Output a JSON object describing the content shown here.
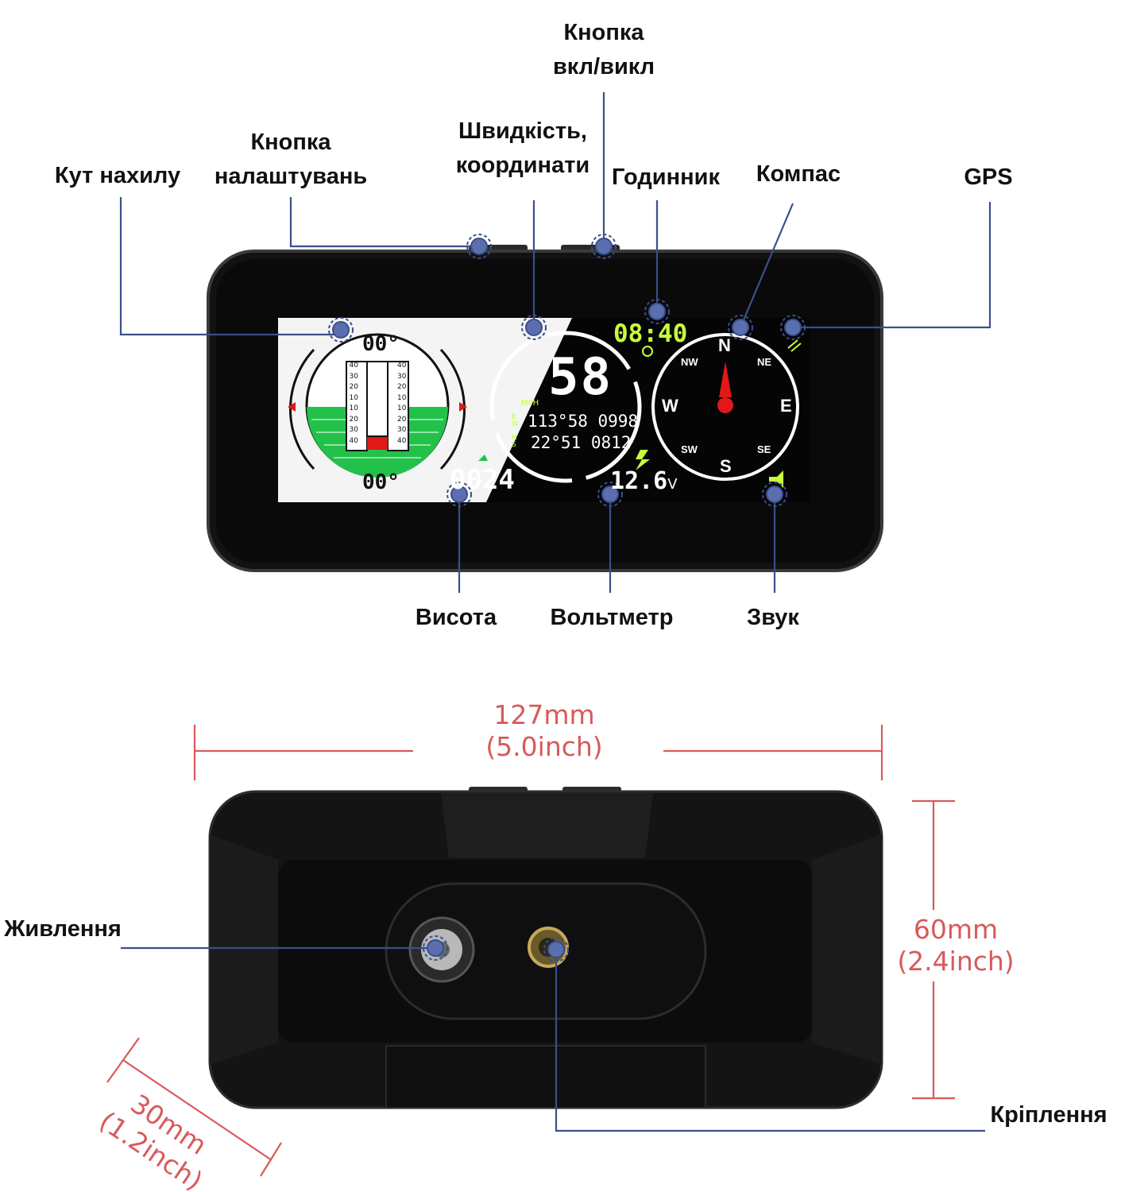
{
  "callouts": {
    "tilt": "Кут нахилу",
    "settings_button": [
      "Кнопка",
      "налаштувань"
    ],
    "speed_coords": [
      "Швидкість,",
      "координати"
    ],
    "power_button": [
      "Кнопка",
      "вкл/викл"
    ],
    "clock": "Годинник",
    "compass": "Компас",
    "gps": "GPS",
    "altitude": "Висота",
    "voltmeter": "Вольтметр",
    "sound": "Звук",
    "power_supply": "Живлення",
    "mount": "Кріплення"
  },
  "screen": {
    "pitch_readout": "00°",
    "roll_readout": "00°",
    "inclinometer_ticks": [
      "40",
      "30",
      "20",
      "10",
      "10",
      "20",
      "30",
      "40"
    ],
    "speed": "58",
    "speed_unit": "MPH",
    "longitude_dir": "E W",
    "latitude_dir": "N S",
    "longitude": "113°58 0998",
    "latitude": "22°51 0812",
    "time": "08:40",
    "altitude": "0024",
    "voltage": "12.6",
    "voltage_unit": "V",
    "compass_n": "N",
    "compass_s": "S",
    "compass_e": "E",
    "compass_w": "W",
    "compass_nw": "NW",
    "compass_ne": "NE",
    "compass_sw": "SW",
    "compass_se": "SE"
  },
  "dimensions": {
    "width_mm": "127mm",
    "width_in": "(5.0inch)",
    "height_mm": "60mm",
    "height_in": "(2.4inch)",
    "depth_mm": "30mm",
    "depth_in": "(1.2inch)"
  },
  "colors": {
    "callout_line": "#3a4f8a",
    "dimension": "#d85a5a",
    "lcd_green": "#22c24a",
    "lcd_yellow": "#c6ff3a",
    "needle_red": "#e01818"
  }
}
